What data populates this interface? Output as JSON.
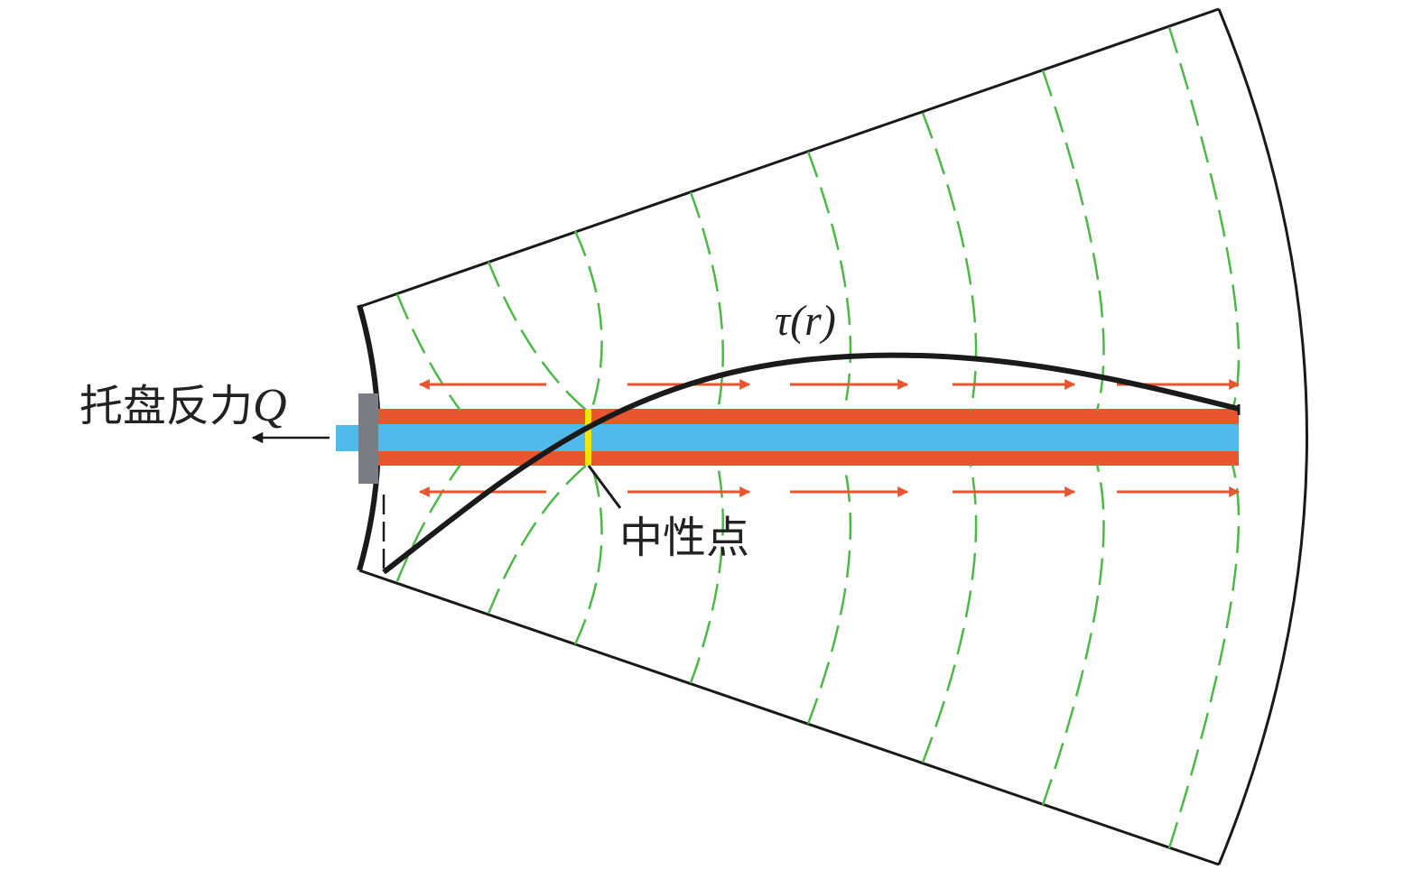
{
  "labels": {
    "reaction_force_text": "托盘反力",
    "reaction_force_symbol": "Q",
    "shear_stress_label": "τ(r)",
    "neutral_point_label": "中性点"
  },
  "colors": {
    "outline": "#1a1a1a",
    "flow_arrows": "#e8552f",
    "roll_band": "#e8552f",
    "core_band": "#4ebbea",
    "streamlines": "#4db848",
    "neutral_marker": "#f2e600",
    "plate": "#7a7d84"
  }
}
